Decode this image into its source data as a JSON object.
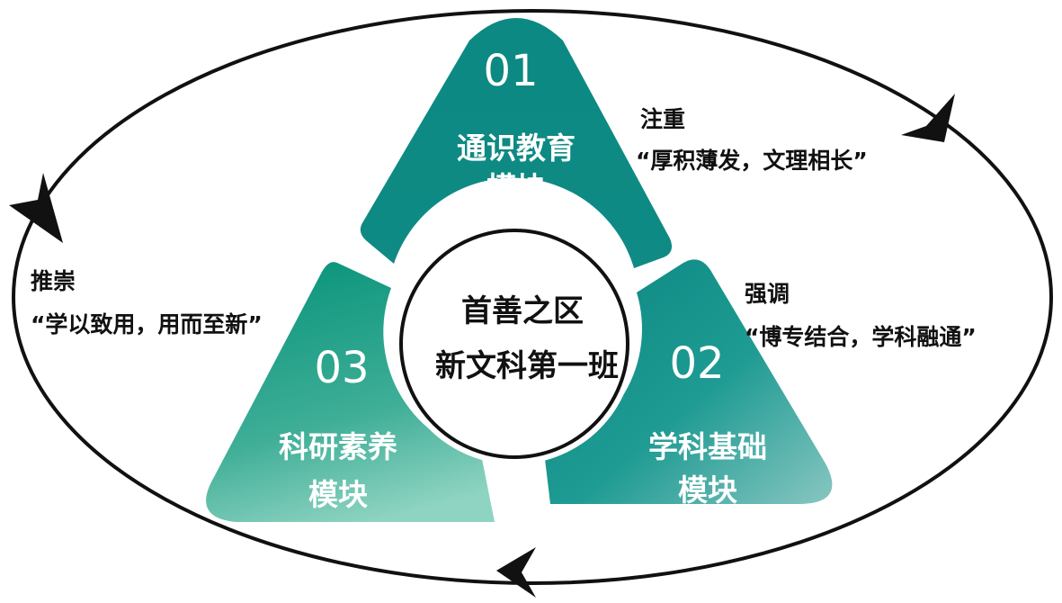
{
  "center": {
    "line1": "首善之区",
    "line2": "新文科第一班"
  },
  "modules": [
    {
      "number": "01",
      "title_line1": "通识教育",
      "title_line2": "模块"
    },
    {
      "number": "02",
      "title_line1": "学科基础",
      "title_line2": "模块"
    },
    {
      "number": "03",
      "title_line1": "科研素养",
      "title_line2": "模块"
    }
  ],
  "annotations": {
    "top_right": {
      "verb": "注重",
      "quote": "“厚积薄发，文理相长”"
    },
    "right": {
      "verb": "强调",
      "quote": "“博专结合，学科融通”"
    },
    "left": {
      "verb": "推崇",
      "quote": "“学以致用，用而至新”"
    }
  },
  "colors": {
    "teal_dark": "#0a8680",
    "teal_mid": "#12998a",
    "teal_light": "#8ed3c3",
    "ring": "#111111",
    "text_light": "#ffffff",
    "text_dark": "#111111"
  }
}
